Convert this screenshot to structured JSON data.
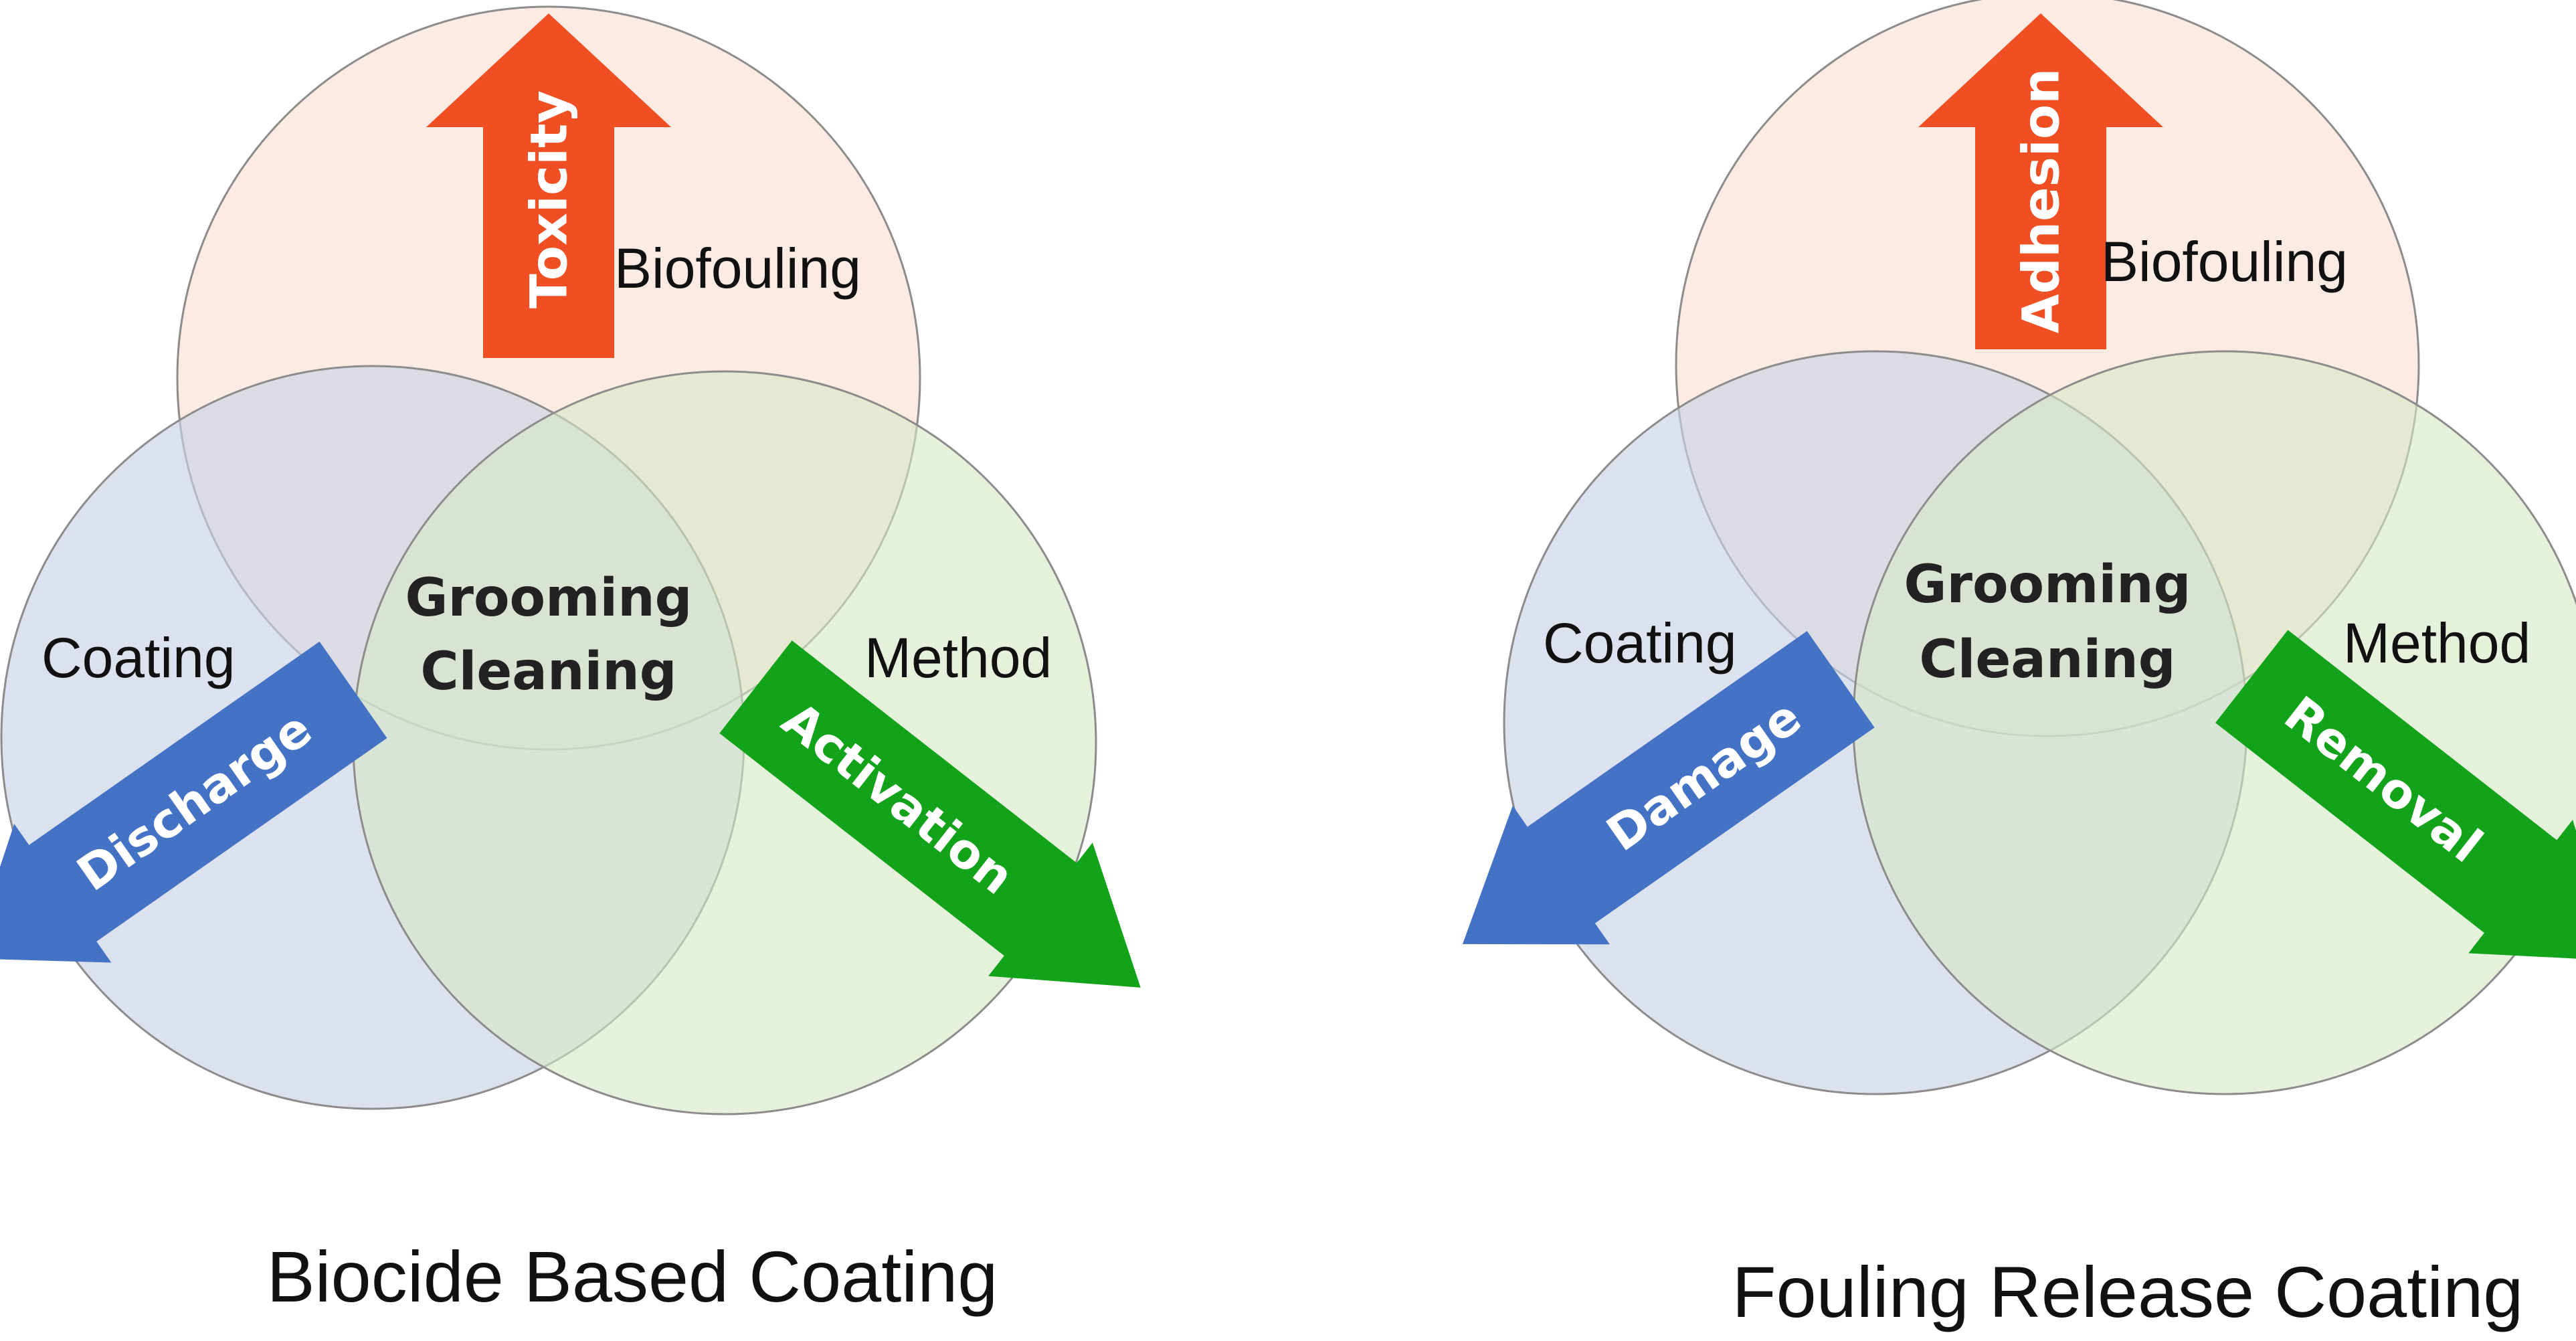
{
  "colors": {
    "circle_top_fill": "#fbe4da",
    "circle_left_fill": "#d3dbe8",
    "circle_right_fill": "#dfeccf",
    "circle_stroke": "#8c8c8c",
    "arrow_up": "#f04f24",
    "arrow_left": "#4472c4",
    "arrow_right": "#12a31a"
  },
  "diagrams": [
    {
      "caption": "Biocide Based Coating",
      "circles": {
        "top": "Biofouling",
        "left": "Coating",
        "right": "Method"
      },
      "center": [
        "Grooming",
        "Cleaning"
      ],
      "arrows": {
        "up": "Toxicity",
        "left": "Discharge",
        "right": "Activation"
      }
    },
    {
      "caption": "Fouling Release Coating",
      "circles": {
        "top": "Biofouling",
        "left": "Coating",
        "right": "Method"
      },
      "center": [
        "Grooming",
        "Cleaning"
      ],
      "arrows": {
        "up": "Adhesion",
        "left": "Damage",
        "right": "Removal"
      }
    }
  ]
}
